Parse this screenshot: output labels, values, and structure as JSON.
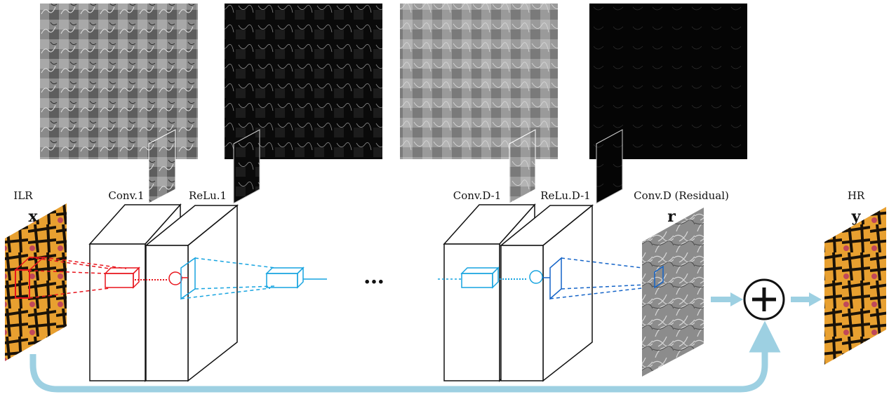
{
  "labels": {
    "ilr": "ILR",
    "x": "x",
    "conv1": "Conv.1",
    "relu1": "ReLu.1",
    "convd1": "Conv.D-1",
    "relud1": "ReLu.D-1",
    "convd": "Conv.D (Residual)",
    "r": "r",
    "hr": "HR",
    "y": "y",
    "dots": "…",
    "plus": "+"
  },
  "colors": {
    "red": "#e8141c",
    "cyan": "#17a4e0",
    "blue": "#1464c8",
    "skip": "#9dd0e2",
    "ink": "#111111"
  }
}
